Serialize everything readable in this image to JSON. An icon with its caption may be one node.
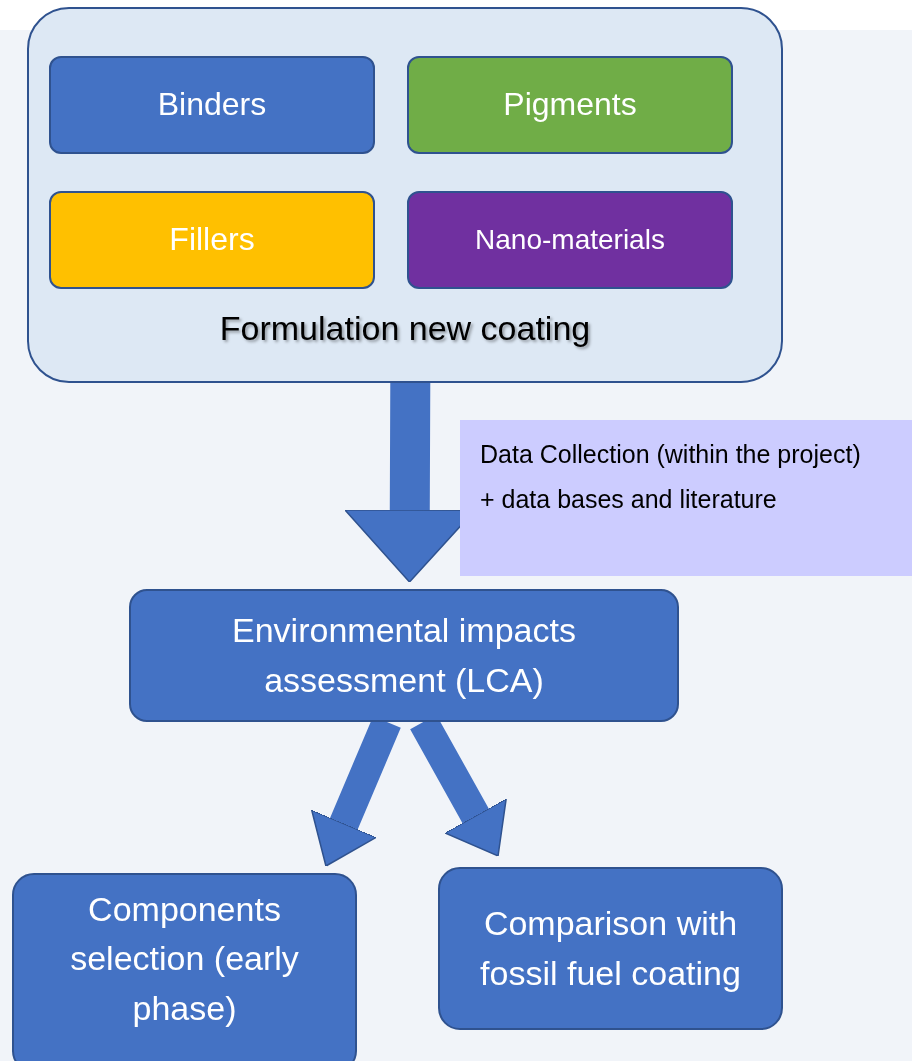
{
  "diagram": {
    "nodes": [
      {
        "text": [
          "Formulation new coating"
        ]
      },
      {
        "text": [
          "Binders"
        ],
        "in": 0
      },
      {
        "text": [
          "Pigments"
        ],
        "in": 0
      },
      {
        "text": [
          "Fillers"
        ],
        "in": 0
      },
      {
        "text": [
          "Nano-materials"
        ],
        "in": 0
      },
      {
        "text": [
          "Environmental impacts assessment (LCA)"
        ]
      },
      {
        "text": [
          "Components selection (early phase)"
        ]
      },
      {
        "text": [
          "Comparison with fossil fuel coating"
        ]
      }
    ],
    "edges": [
      {
        "from": 0,
        "to": 5,
        "arrow": "to"
      },
      {
        "from": 5,
        "to": 6,
        "arrow": "to"
      },
      {
        "from": 5,
        "to": 7,
        "arrow": "to"
      }
    ],
    "labels": [
      "Data Collection (within the project) + data bases and literature"
    ]
  }
}
